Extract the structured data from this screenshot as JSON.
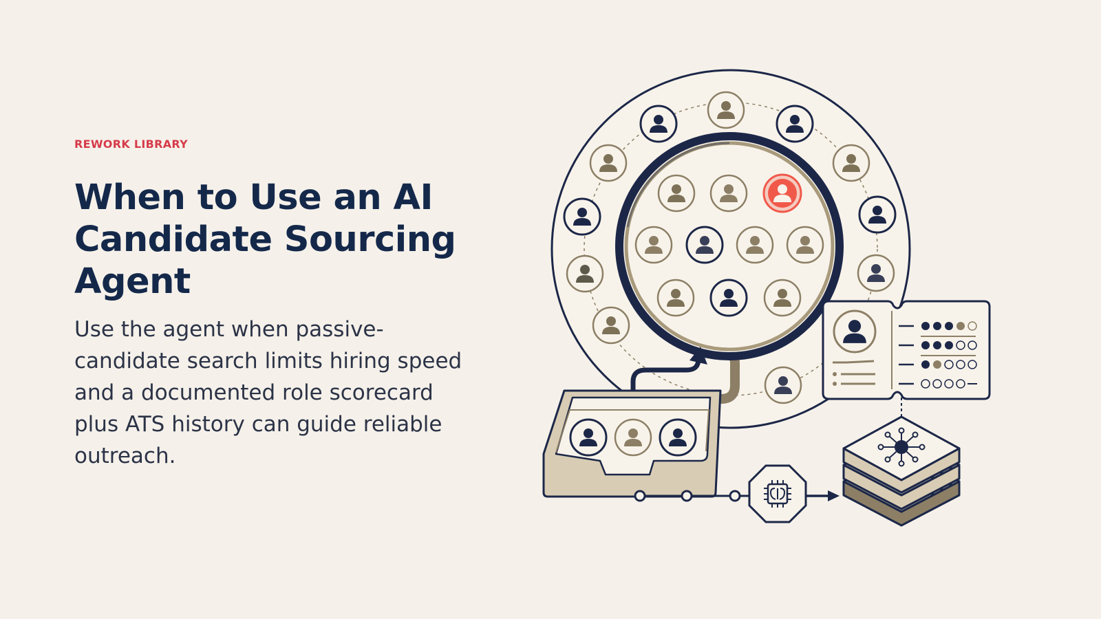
{
  "header": {
    "eyebrow": "REWORK LIBRARY",
    "title": "When to Use an AI Candidate Sourcing Agent",
    "description": "Use the agent when passive-candidate search limits hiring speed and a documented role scorecard plus ATS history can guide reliable outreach."
  },
  "illustration": {
    "colors": {
      "navy": "#1c2748",
      "taupe": "#8c7f66",
      "cream": "#f8f3ea",
      "beige": "#d8ccb4",
      "highlight": "#f0594a"
    },
    "icons": [
      "person-icon",
      "magnifier-icon",
      "candidate-tray-icon",
      "ai-chip-icon",
      "database-server-icon",
      "profile-card-icon",
      "network-node-icon"
    ]
  }
}
